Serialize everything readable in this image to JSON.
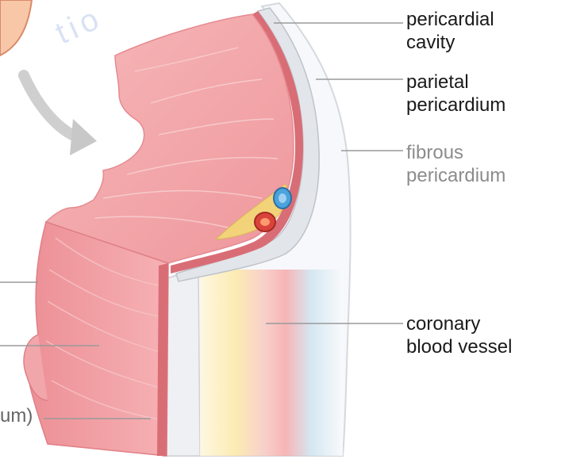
{
  "labels": {
    "pericardial_cavity": [
      "pericardial",
      "cavity"
    ],
    "parietal_pericardium": [
      "parietal",
      "pericardium"
    ],
    "fibrous_pericardium": [
      "fibrous",
      "pericardium"
    ],
    "coronary_blood_vessel": [
      "coronary",
      "blood vessel"
    ],
    "left_partial": "um)"
  },
  "watermark": "tio",
  "colors": {
    "myocardium": "#f2a3a6",
    "myocardium_dark": "#e88a90",
    "epicardium_band": "#d96d76",
    "parietal_layer": "#eceef2",
    "fibrous_layer": "#f8f9fb",
    "vessel_blue": "#4aa3dc",
    "vessel_red": "#d9443a",
    "fat_yellow": "#f3d37a",
    "leader_line": "#9a9a9a",
    "arrow_gray": "#c8c8c8"
  }
}
